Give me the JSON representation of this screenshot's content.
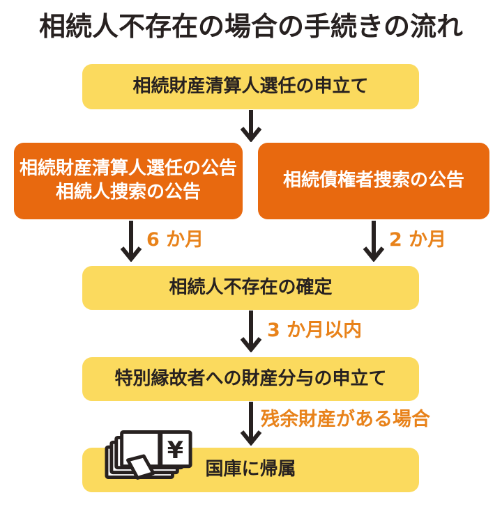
{
  "title": "相続人不存在の場合の手続きの流れ",
  "colors": {
    "box-yellow": "#FBDA5E",
    "box-orange": "#E8690F",
    "accent-orange": "#E8821A",
    "ink": "#272120",
    "text-on-orange": "#FFFFFF",
    "background": "#FFFFFF"
  },
  "icons": {
    "arrow-down": "↓",
    "money-stack": "¥"
  },
  "flow": {
    "step1": {
      "label": "相続財産清算人選任の申立て"
    },
    "branch_left": {
      "line1": "相続財産清算人選任の公告",
      "line2": "相続人捜索の公告",
      "duration_label": "6 か月"
    },
    "branch_right": {
      "label": "相続債権者捜索の公告",
      "duration_label": "2 か月"
    },
    "step2": {
      "label": "相続人不存在の確定",
      "duration_label": "3 か月以内"
    },
    "step3": {
      "label": "特別縁故者への財産分与の申立て",
      "condition_label": "残余財産がある場合"
    },
    "step4": {
      "label": "国庫に帰属",
      "icon_symbol": "¥"
    }
  }
}
